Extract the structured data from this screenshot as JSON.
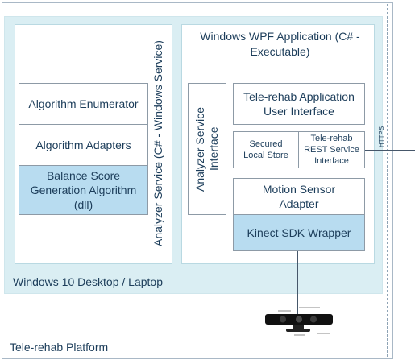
{
  "platform_label": "Tele-rehab Platform",
  "desktop_label": "Windows 10 Desktop / Laptop",
  "analyzer_service": {
    "label": "Analyzer Service (C# - Windows Service)",
    "components": [
      "Algorithm Enumerator",
      "Algorithm Adapters",
      "Balance Score Generation Algorithm (dll)"
    ]
  },
  "wpf_app": {
    "title": "Windows WPF Application (C# - Executable)",
    "interface_label": "Analyzer Service Interface",
    "ui_label": "Tele-rehab Application User Interface",
    "store_label": "Secured Local Store",
    "rest_label": "Tele-rehab REST Service Interface",
    "motion_label": "Motion Sensor Adapter",
    "kinect_label": "Kinect SDK Wrapper"
  },
  "https_label": "HTTPS",
  "colors": {
    "desktop_bg": "#daeef3",
    "highlight": "#b8dcf0",
    "border": "#8d9aa6"
  }
}
